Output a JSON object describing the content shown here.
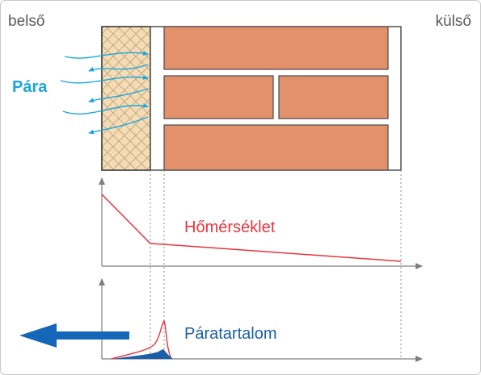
{
  "labels": {
    "inside": "belső",
    "outside": "külső",
    "vapor": "Pára",
    "temperature": "Hőmérséklet",
    "moisture": "Páratartalom"
  },
  "colors": {
    "brick": "#e2916b",
    "insulation": "#f6dcb4",
    "vapor_arrows": "#1aa7e0",
    "temperature": "#e8343e",
    "moisture": "#1a5fa8",
    "axis": "#7f7f7f"
  }
}
